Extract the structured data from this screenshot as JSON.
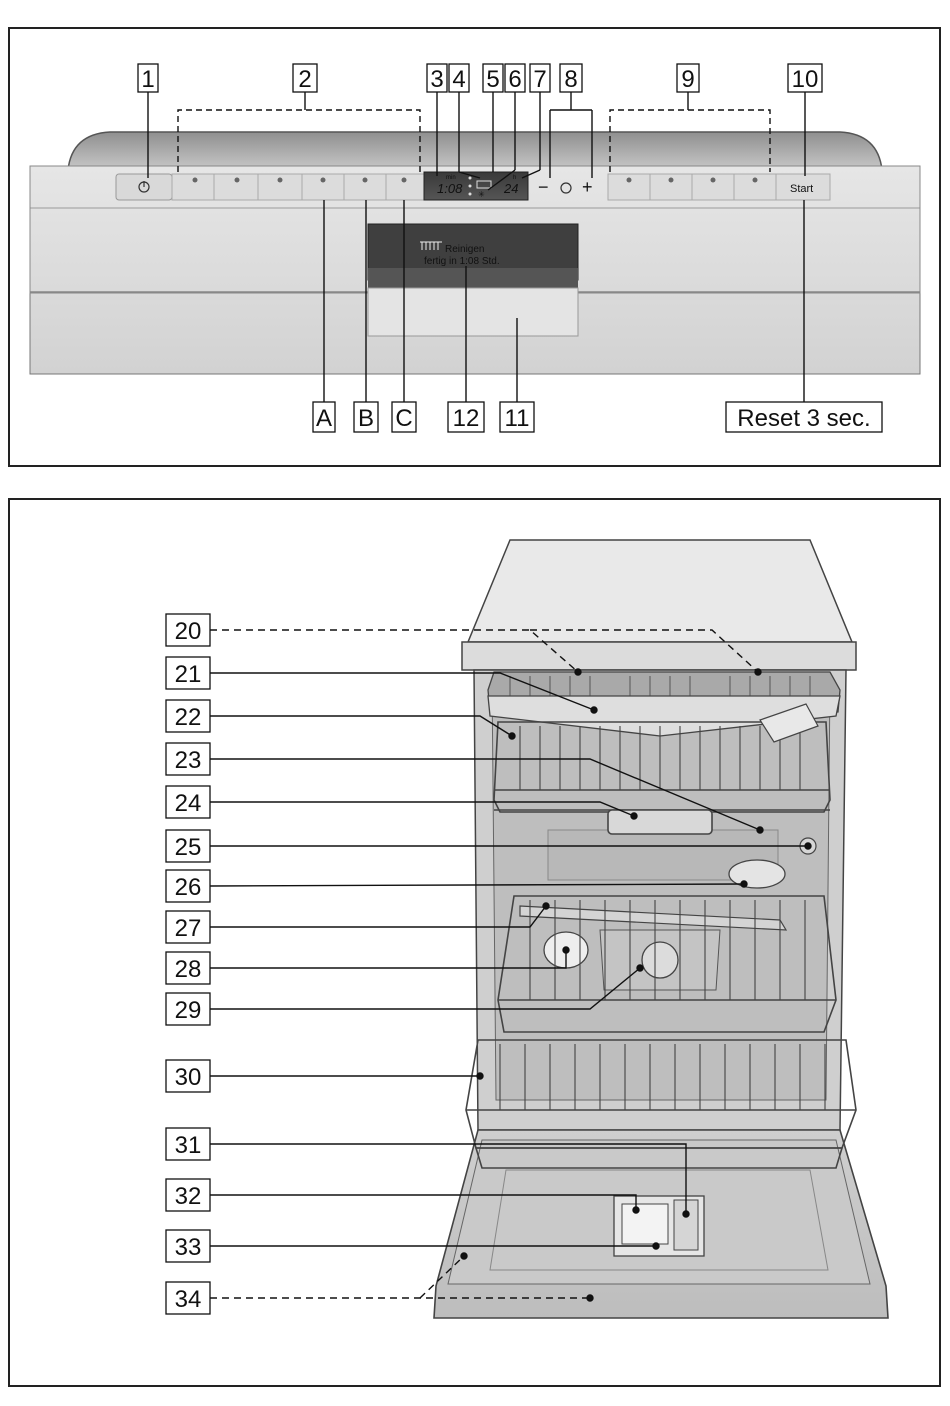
{
  "control_panel": {
    "callouts_top": [
      "1",
      "2",
      "3",
      "4",
      "5",
      "6",
      "7",
      "8",
      "9",
      "10"
    ],
    "callouts_bottom": [
      "A",
      "B",
      "C",
      "12",
      "11"
    ],
    "reset_label": "Reset 3 sec.",
    "start_label": "Start",
    "display_time": "1:08",
    "display_unit_min": "min",
    "display_hours": "24",
    "display_unit_h": "h",
    "timer_minus": "−",
    "timer_plus": "+",
    "info_line1": "Reinigen",
    "info_line2": "fertig in 1:08 Std."
  },
  "dishwasher": {
    "callouts": [
      "20",
      "21",
      "22",
      "23",
      "24",
      "25",
      "26",
      "27",
      "28",
      "29",
      "30",
      "31",
      "32",
      "33",
      "34"
    ]
  }
}
